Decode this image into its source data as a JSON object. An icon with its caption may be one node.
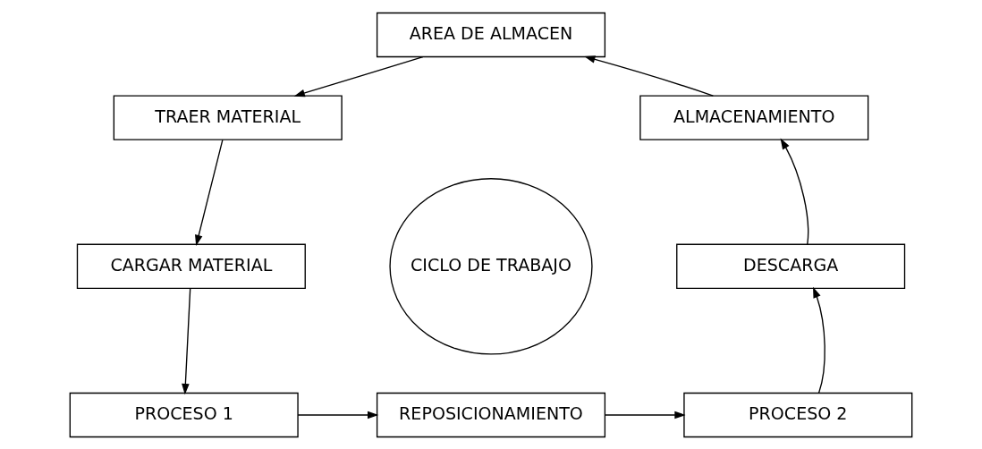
{
  "diagram": {
    "nodes": [
      {
        "text": [
          "AREA DE ALMACEN"
        ]
      },
      {
        "text": [
          "TRAER MATERIAL"
        ]
      },
      {
        "text": [
          "CARGAR MATERIAL"
        ]
      },
      {
        "text": [
          "PROCESO 1"
        ]
      },
      {
        "text": [
          "REPOSICIONAMIENTO"
        ]
      },
      {
        "text": [
          "PROCESO 2"
        ]
      },
      {
        "text": [
          "DESCARGA"
        ]
      },
      {
        "text": [
          "ALMACENAMIENTO"
        ]
      },
      {
        "text": [
          "CICLO DE TRABAJO"
        ]
      }
    ],
    "edges": [
      {
        "from": 0,
        "to": 1,
        "arrow": "to"
      },
      {
        "from": 1,
        "to": 2,
        "arrow": "to"
      },
      {
        "from": 2,
        "to": 3,
        "arrow": "to"
      },
      {
        "from": 3,
        "to": 4,
        "arrow": "to"
      },
      {
        "from": 4,
        "to": 5,
        "arrow": "to"
      },
      {
        "from": 5,
        "to": 6,
        "arrow": "to"
      },
      {
        "from": 6,
        "to": 7,
        "arrow": "to"
      },
      {
        "from": 7,
        "to": 0,
        "arrow": "to"
      }
    ]
  }
}
